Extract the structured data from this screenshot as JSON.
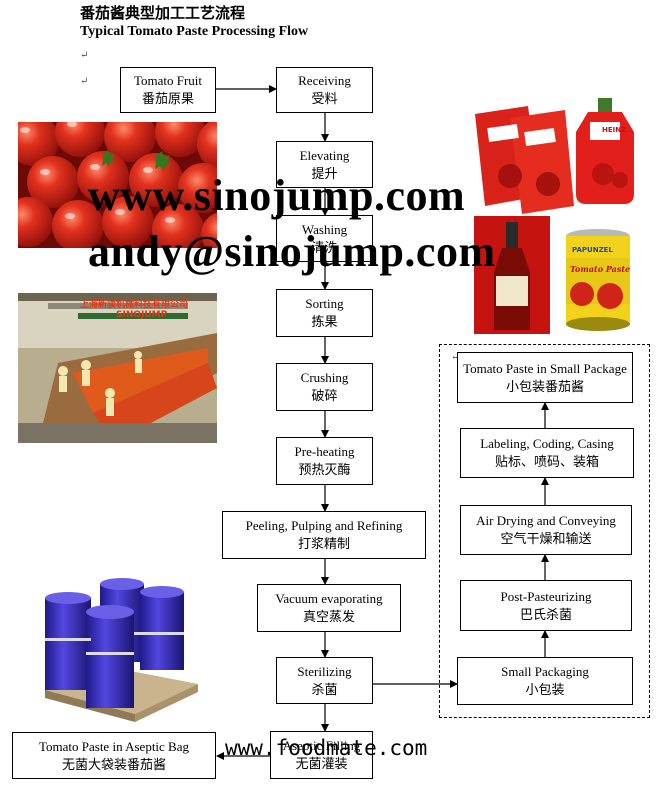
{
  "title_cn": "番茄酱典型加工工艺流程",
  "title_en": "Typical Tomato Paste Processing Flow",
  "main_flow": [
    {
      "en": "Receiving",
      "cn": "受料"
    },
    {
      "en": "Elevating",
      "cn": "提升"
    },
    {
      "en": "Washing",
      "cn": "清洗"
    },
    {
      "en": "Sorting",
      "cn": "拣果"
    },
    {
      "en": "Crushing",
      "cn": "破碎"
    },
    {
      "en": "Pre-heating",
      "cn": "预热灭酶"
    },
    {
      "en": "Peeling, Pulping and Refining",
      "cn": "打浆精制"
    },
    {
      "en": "Vacuum evaporating",
      "cn": "真空蒸发"
    },
    {
      "en": "Sterilizing",
      "cn": "杀菌"
    },
    {
      "en": "Aseptic Filling",
      "cn": "无菌灌装"
    }
  ],
  "raw_material": {
    "en": "Tomato Fruit",
    "cn": "番茄原果"
  },
  "aseptic_bag": {
    "en": "Tomato Paste in Aseptic Bag",
    "cn": "无菌大袋装番茄酱"
  },
  "small_flow": [
    {
      "en": "Small Packaging",
      "cn": "小包装"
    },
    {
      "en": "Post-Pasteurizing",
      "cn": "巴氏杀菌"
    },
    {
      "en": "Air Drying and Conveying",
      "cn": "空气干燥和输送"
    },
    {
      "en": "Labeling, Coding, Casing",
      "cn": "贴标、喷码、装箱"
    },
    {
      "en": "Tomato Paste in Small Package",
      "cn": "小包装番茄酱"
    }
  ],
  "watermarks": {
    "site": "www.sinojump.com",
    "email": "andy@sinojump.com",
    "foodmate": "www.foodmate.com"
  },
  "photo_labels": {
    "factory_sign": "上海新骏机械科技有限公司",
    "factory_brand": "SINOJUMP",
    "heinz": "HEINZ",
    "can_brand": "PAPUNZEL",
    "can_label": "Tomato Paste"
  },
  "colors": {
    "tomato": "#d8281c",
    "drum": "#3a2fb8",
    "line": "#000000"
  }
}
